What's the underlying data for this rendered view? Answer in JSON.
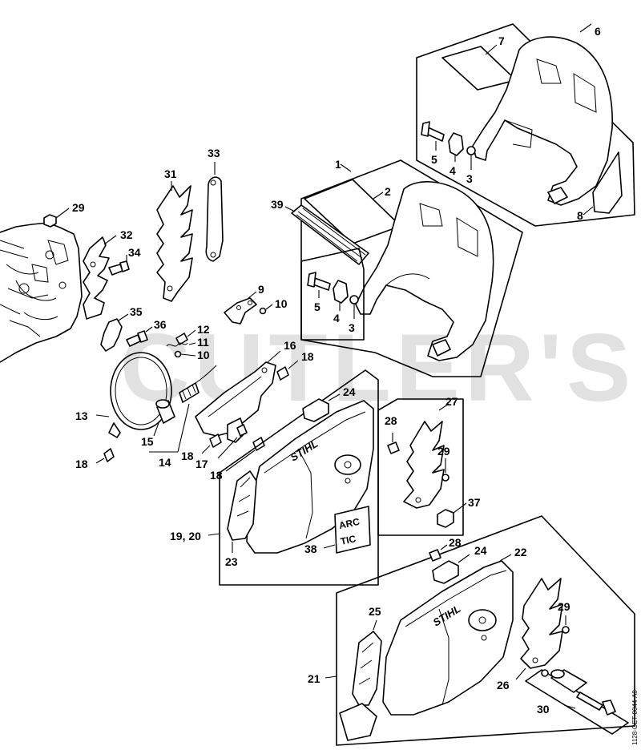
{
  "diagram": {
    "watermark": "CUTLER'S",
    "document_id": "1128-GET-0044-A0",
    "callouts": {
      "c1": "1",
      "c2": "2",
      "c3a": "3",
      "c3b": "3",
      "c4a": "4",
      "c4b": "4",
      "c5a": "5",
      "c5b": "5",
      "c6": "6",
      "c7": "7",
      "c8": "8",
      "c9": "9",
      "c10a": "10",
      "c10b": "10",
      "c11": "11",
      "c12": "12",
      "c13": "13",
      "c14": "14",
      "c15": "15",
      "c16": "16",
      "c17": "17",
      "c18a": "18",
      "c18b": "18",
      "c18c": "18",
      "c18d": "18",
      "c1920": "19, 20",
      "c21": "21",
      "c22": "22",
      "c23": "23",
      "c24a": "24",
      "c24b": "24",
      "c25": "25",
      "c26": "26",
      "c27": "27",
      "c28a": "28",
      "c28b": "28",
      "c29a": "29",
      "c29b": "29",
      "c29c": "29",
      "c30": "30",
      "c31": "31",
      "c32": "32",
      "c33": "33",
      "c34": "34",
      "c35": "35",
      "c36": "36",
      "c37": "37",
      "c38": "38",
      "c39": "39"
    },
    "labels": {
      "brand_upper": "STIHL",
      "brand_lower": "STIHL",
      "arc_line1": "ARC",
      "arc_line2": "TIC"
    }
  }
}
